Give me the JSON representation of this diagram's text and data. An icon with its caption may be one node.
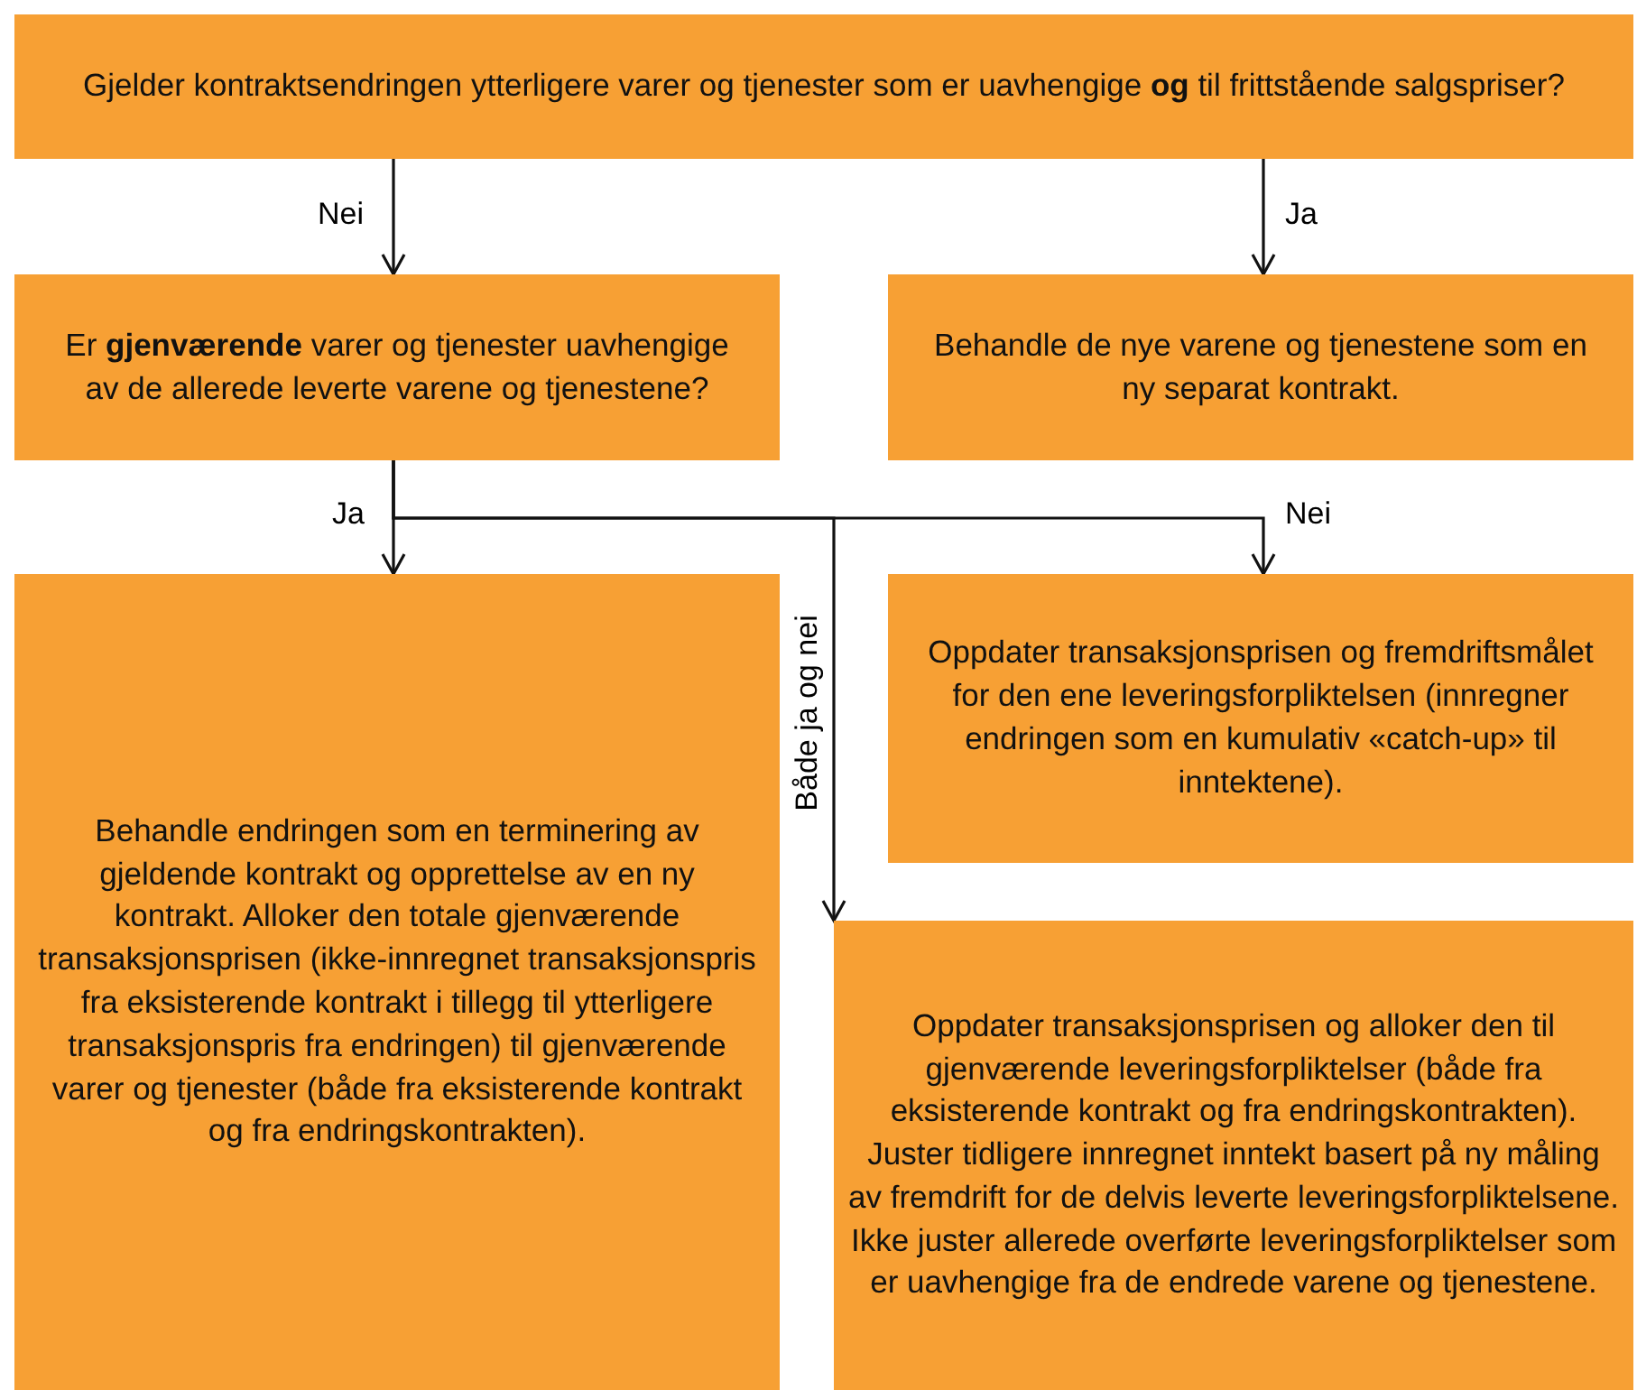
{
  "diagram": {
    "nodes": [
      {
        "text": [
          "Gjelder kontraktsendringen ytterligere varer og tjenester som er uavhengige **og** til frittstående salgspriser?"
        ]
      },
      {
        "text": [
          "Er **gjenværende** varer og tjenester uavhengige av de allerede leverte varene og tjenestene?"
        ]
      },
      {
        "text": [
          "Behandle de nye varene og tjenestene som en ny separat kontrakt."
        ]
      },
      {
        "text": [
          "Behandle endringen som en terminering av gjeldende kontrakt og opprettelse av en ny kontrakt. Alloker den totale gjenværende transaksjonsprisen (ikke-innregnet transaksjonspris fra eksisterende kontrakt i tillegg til ytterligere transaksjonspris fra endringen) til gjenværende varer og tjenester (både fra eksisterende kontrakt og fra endringskontrakten)."
        ]
      },
      {
        "text": [
          "Oppdater transaksjonsprisen og fremdriftsmålet for den ene leveringsforpliktelsen (innregner endringen som en kumulativ «catch-up» til inntektene)."
        ]
      },
      {
        "text": [
          "Oppdater transaksjonsprisen og alloker den til gjenværende leveringsforpliktelser (både fra eksisterende kontrakt og fra endringskontrakten). Juster tidligere innregnet inntekt basert på ny måling av fremdrift for de delvis leverte leveringsforpliktelsene. Ikke juster allerede overførte leveringsforpliktelser som er uavhengige fra de endrede varene og tjenestene."
        ]
      }
    ],
    "edges": [
      {
        "from": 0,
        "to": 1,
        "arrow": "to",
        "label": "Nei"
      },
      {
        "from": 0,
        "to": 2,
        "arrow": "to",
        "label": "Ja"
      },
      {
        "from": 1,
        "to": 3,
        "arrow": "to",
        "label": "Ja"
      },
      {
        "from": 1,
        "to": 4,
        "arrow": "to",
        "label": "Nei"
      },
      {
        "from": 1,
        "to": 5,
        "arrow": "to",
        "label": "Både ja og nei"
      }
    ]
  }
}
